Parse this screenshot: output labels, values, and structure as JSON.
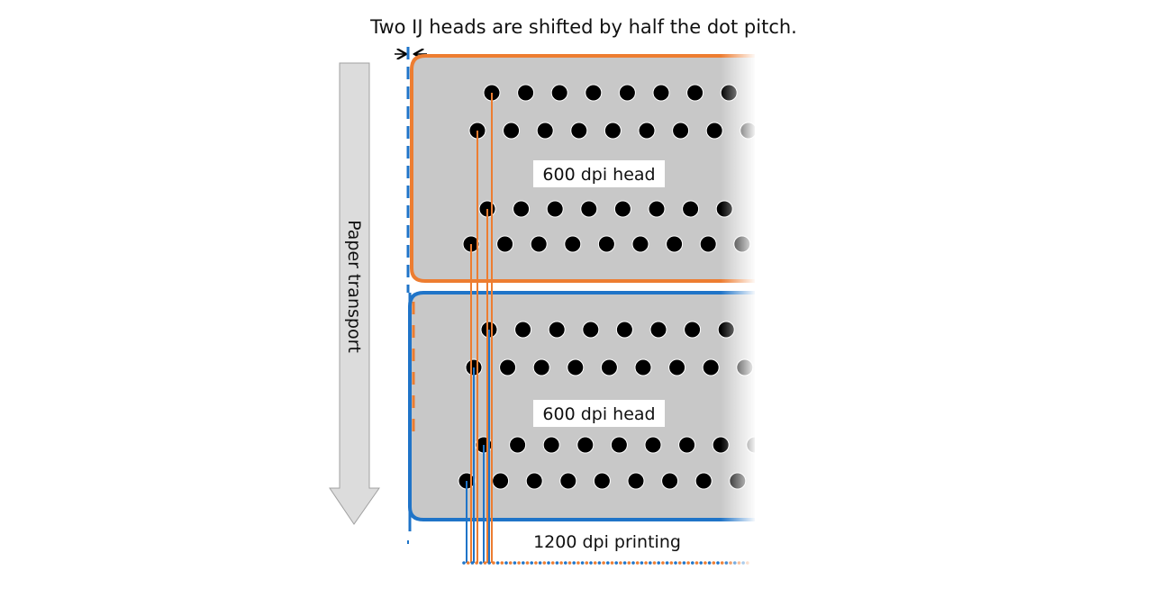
{
  "title": "Two IJ heads are shifted by half the dot pitch.",
  "arrow_label": "Paper transport",
  "heads": [
    {
      "label": "600 dpi head",
      "color": "#ED7D31"
    },
    {
      "label": "600 dpi head",
      "color": "#1F74C8"
    }
  ],
  "output_label": "1200 dpi printing",
  "colors": {
    "head_fill": "#C8C8C8",
    "dot": "#000000",
    "arrow_fill": "#DCDCDC"
  }
}
